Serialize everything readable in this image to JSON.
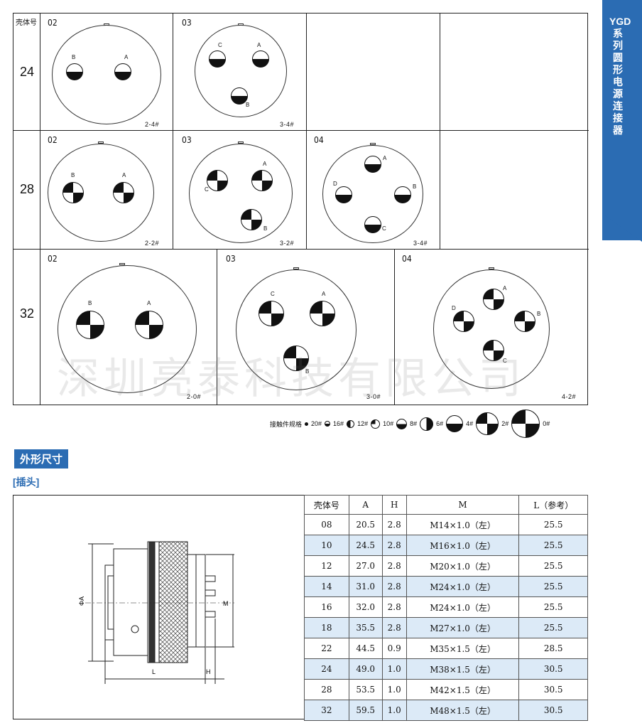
{
  "side_title": "YGD系列圆形电源连接器",
  "grid": {
    "corner_label": "壳体号",
    "rows": [
      {
        "shell": "24",
        "cells": [
          {
            "code": "02",
            "tag": "2-4#",
            "pins": [
              "A",
              "B"
            ]
          },
          {
            "code": "03",
            "tag": "3-4#",
            "pins": [
              "A",
              "B",
              "C"
            ]
          },
          {
            "code": "",
            "tag": ""
          },
          {
            "code": "",
            "tag": ""
          }
        ]
      },
      {
        "shell": "28",
        "cells": [
          {
            "code": "02",
            "tag": "2-2#",
            "pins": [
              "A",
              "B"
            ]
          },
          {
            "code": "03",
            "tag": "3-2#",
            "pins": [
              "A",
              "B",
              "C"
            ]
          },
          {
            "code": "04",
            "tag": "3-4#",
            "pins": [
              "A",
              "B",
              "C",
              "D"
            ]
          },
          {
            "code": "",
            "tag": ""
          }
        ]
      },
      {
        "shell": "32",
        "cells": [
          {
            "code": "02",
            "tag": "2-0#",
            "pins": [
              "A",
              "B"
            ]
          },
          {
            "code": "03",
            "tag": "3-0#",
            "pins": [
              "A",
              "B",
              "C"
            ]
          },
          {
            "code": "04",
            "tag": "4-2#",
            "pins": [
              "A",
              "B",
              "C",
              "D"
            ]
          }
        ]
      }
    ]
  },
  "watermark": "深圳亮泰科技有限公司",
  "legend": {
    "label": "接触件规格",
    "items": [
      "20#",
      "16#",
      "12#",
      "10#",
      "8#",
      "6#",
      "4#",
      "2#",
      "0#"
    ]
  },
  "section_title": "外形尺寸",
  "subsection": "[插头]",
  "drawing_labels": {
    "diameter": "ΦA",
    "length": "L",
    "height": "H",
    "thread": "M"
  },
  "table": {
    "headers": [
      "壳体号",
      "A",
      "H",
      "M",
      "L（参考）"
    ],
    "rows": [
      [
        "08",
        "20.5",
        "2.8",
        "M14×1.0（左）",
        "25.5"
      ],
      [
        "10",
        "24.5",
        "2.8",
        "M16×1.0（左）",
        "25.5"
      ],
      [
        "12",
        "27.0",
        "2.8",
        "M20×1.0（左）",
        "25.5"
      ],
      [
        "14",
        "31.0",
        "2.8",
        "M24×1.0（左）",
        "25.5"
      ],
      [
        "16",
        "32.0",
        "2.8",
        "M24×1.0（左）",
        "25.5"
      ],
      [
        "18",
        "35.5",
        "2.8",
        "M27×1.0（左）",
        "25.5"
      ],
      [
        "22",
        "44.5",
        "0.9",
        "M35×1.5（左）",
        "28.5"
      ],
      [
        "24",
        "49.0",
        "1.0",
        "M38×1.5（左）",
        "30.5"
      ],
      [
        "28",
        "53.5",
        "1.0",
        "M42×1.5（左）",
        "30.5"
      ],
      [
        "32",
        "59.5",
        "1.0",
        "M48×1.5（左）",
        "30.5"
      ]
    ]
  },
  "colors": {
    "accent": "#2b6cb3",
    "row_alt": "#dceaf7"
  }
}
